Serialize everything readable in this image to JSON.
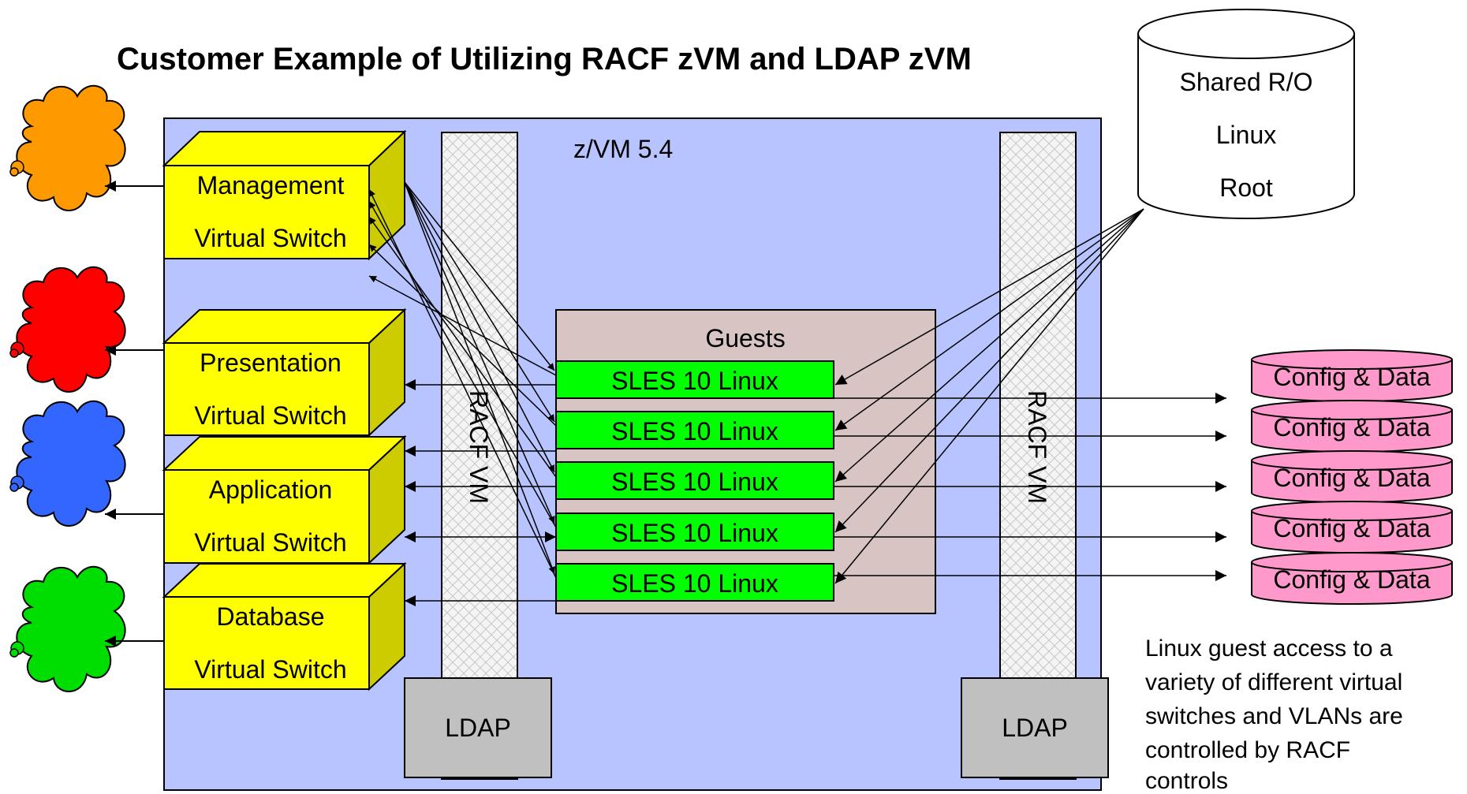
{
  "title": "Customer Example of Utilizing RACF zVM and LDAP zVM",
  "zvm_label": "z/VM 5.4",
  "guests_label": "Guests",
  "racf_label": "RACF VM",
  "ldap_label": "LDAP",
  "shared_disk": {
    "line1": "Shared R/O",
    "line2": "Linux",
    "line3": "Root"
  },
  "switches": [
    {
      "name": "Management",
      "sub": "Virtual Switch",
      "cloud_color": "#FF9900"
    },
    {
      "name": "Presentation",
      "sub": "Virtual Switch",
      "cloud_color": "#FF0000"
    },
    {
      "name": "Application",
      "sub": "Virtual Switch",
      "cloud_color": "#3366FF"
    },
    {
      "name": "Database",
      "sub": "Virtual Switch",
      "cloud_color": "#00DD00"
    }
  ],
  "guests": [
    "SLES 10 Linux",
    "SLES 10 Linux",
    "SLES 10 Linux",
    "SLES 10 Linux",
    "SLES 10 Linux"
  ],
  "data_disks": [
    "Config & Data",
    "Config & Data",
    "Config & Data",
    "Config & Data",
    "Config & Data"
  ],
  "note": {
    "line1": "Linux guest access to a",
    "line2": "variety of different virtual",
    "line3": "switches and VLANs are",
    "line4": "controlled by RACF",
    "line5": "controls"
  },
  "colors": {
    "zvm_fill": "#B8C4FF",
    "guests_fill": "#D9C4C4",
    "switch_fill": "#FFFF00",
    "switch_side": "#CCCC00",
    "guest_fill": "#00FF00",
    "disk_fill": "#FF99CC",
    "ldap_fill": "#C0C0C0"
  }
}
